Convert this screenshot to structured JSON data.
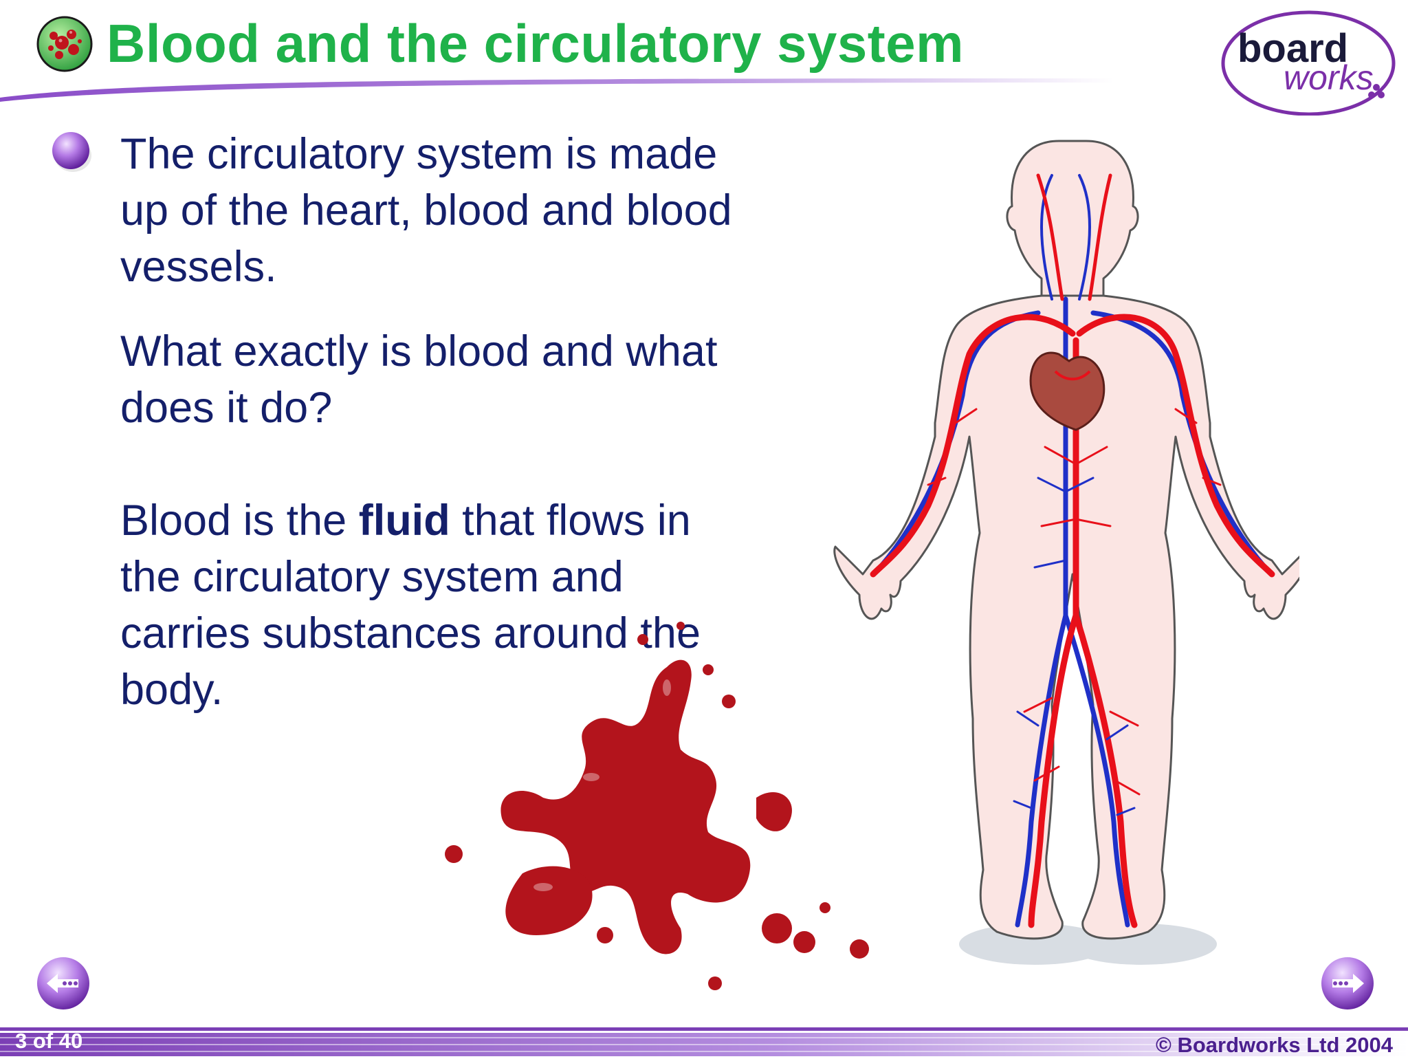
{
  "slide": {
    "title": "Blood and the circulatory system",
    "paragraph1": "The circulatory system is made up of the heart, blood and blood vessels.",
    "paragraph2": "What exactly is blood and what does it do?",
    "paragraph3": {
      "before": "Blood is the ",
      "bold": "fluid",
      "after": " that flows in the circulatory system and carries substances around the body."
    }
  },
  "logo": {
    "word1": "board",
    "word2": "works"
  },
  "footer": {
    "slide_counter": "3 of 40",
    "copyright": "© Boardworks Ltd 2004"
  },
  "icons": {
    "title_icon": "blood-cells-icon",
    "bullet": "purple-sphere-bullet-icon",
    "prev": "previous-slide-arrow-icon",
    "next": "next-slide-arrow-icon"
  },
  "colors": {
    "title_green": "#1fb24a",
    "text_navy": "#141f6a",
    "accent_purple": "#7b3fb5",
    "artery_red": "#e8101a",
    "vein_blue": "#1f30c8",
    "skin": "#fbe5e3",
    "blood": "#b3141c"
  }
}
